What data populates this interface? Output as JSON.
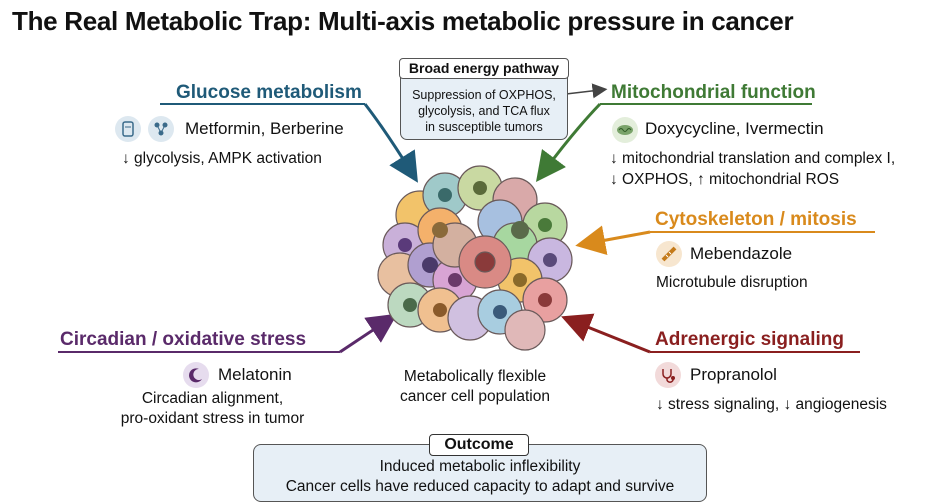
{
  "title": "The Real Metabolic Trap: Multi-axis metabolic pressure in cancer",
  "broad": {
    "title": "Broad energy pathway",
    "line1": "Suppression of OXPHOS,",
    "line2": "glycolysis, and TCA flux",
    "line3": "in susceptible tumors"
  },
  "glucose": {
    "heading": "Glucose metabolism",
    "drugs": "Metformin, Berberine",
    "effect": "↓ glycolysis, AMPK activation",
    "icons": [
      "pill-bottle-icon",
      "molecule-icon"
    ],
    "color": "#1f5a78"
  },
  "mito": {
    "heading": "Mitochondrial function",
    "drugs": "Doxycycline, Ivermectin",
    "effect1": "↓ mitochondrial translation and complex I,",
    "effect2": "↓ OXPHOS, ↑ mitochondrial ROS",
    "icon": "mitochondria-icon",
    "color": "#3f7a35"
  },
  "cyto": {
    "heading": "Cytoskeleton / mitosis",
    "drug": "Mebendazole",
    "effect": "Microtubule disruption",
    "icon": "microtubule-icon",
    "color": "#d98a1c"
  },
  "circadian": {
    "heading": "Circadian / oxidative stress",
    "drug": "Melatonin",
    "effect1": "Circadian alignment,",
    "effect2": "pro-oxidant stress in tumor",
    "icon": "moon-icon",
    "color": "#5a2a6a"
  },
  "adrenergic": {
    "heading": "Adrenergic signaling",
    "drug": "Propranolol",
    "effect": "↓ stress signaling, ↓ angiogenesis",
    "icon": "stethoscope-icon",
    "color": "#8a1f1f"
  },
  "center": {
    "line1": "Metabolically flexible",
    "line2": "cancer cell population"
  },
  "outcome": {
    "title": "Outcome",
    "line1": "Induced metabolic inflexibility",
    "line2": "Cancer cells have reduced capacity to adapt and survive"
  }
}
